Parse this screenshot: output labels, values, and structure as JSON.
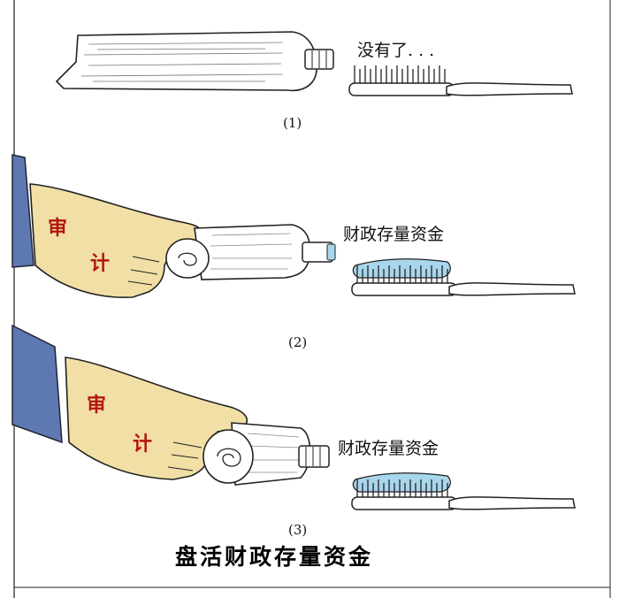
{
  "panels": [
    {
      "number": "(1)",
      "speech": "没有了. . ."
    },
    {
      "number": "(2)",
      "speech": "财政存量资金",
      "hand_text_1": "审",
      "hand_text_2": "计"
    },
    {
      "number": "(3)",
      "speech": "财政存量资金",
      "hand_text_1": "审",
      "hand_text_2": "计"
    }
  ],
  "caption": "盘活财政存量资金",
  "colors": {
    "hand": "#f1dfa5",
    "sleeve": "#5e79b2",
    "paste": "#a8d6ec",
    "hand_text": "#b3160d"
  }
}
